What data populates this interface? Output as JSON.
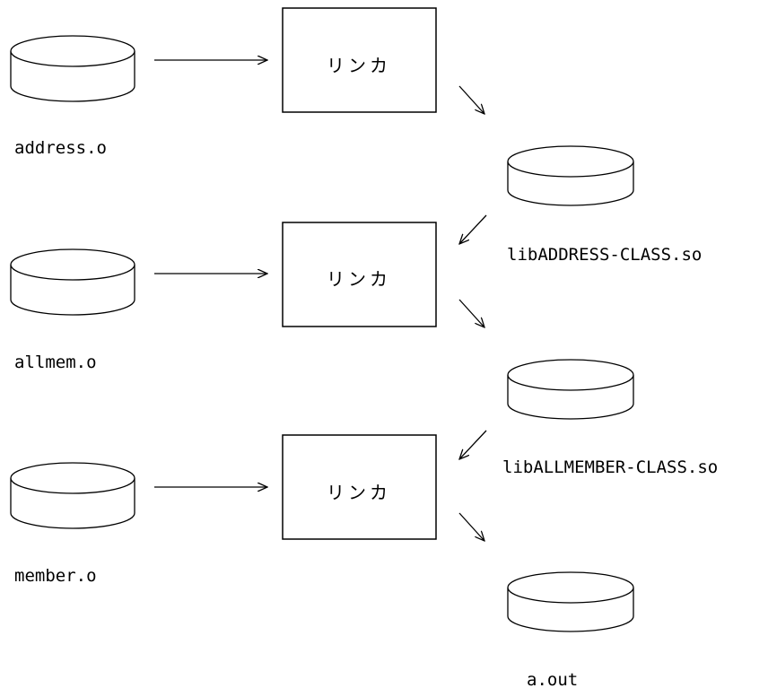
{
  "diagram": {
    "linker_label": "リンカ",
    "inputs": [
      "address.o",
      "allmem.o",
      "member.o"
    ],
    "outputs": [
      "libADDRESS-CLASS.so",
      "libALLMEMBER-CLASS.so",
      "a.out"
    ]
  }
}
